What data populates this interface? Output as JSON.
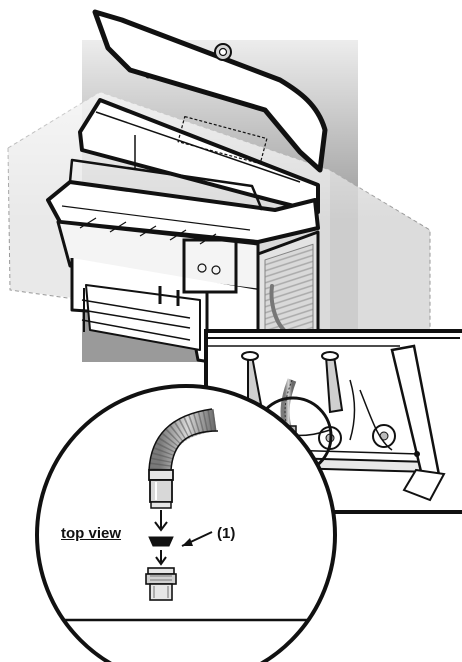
{
  "labels": {
    "top_view": "top view",
    "callout": "(1)"
  },
  "colors": {
    "backdrop_dark": "#9a9a9a",
    "backdrop_light": "#e3e3e3",
    "outline": "#111111",
    "hose": "#b0b0b0"
  },
  "icons": [
    "grill-illustration",
    "connection-detail-inset",
    "top-view-magnifier",
    "gas-hose",
    "regulator-fitting",
    "down-arrow"
  ]
}
